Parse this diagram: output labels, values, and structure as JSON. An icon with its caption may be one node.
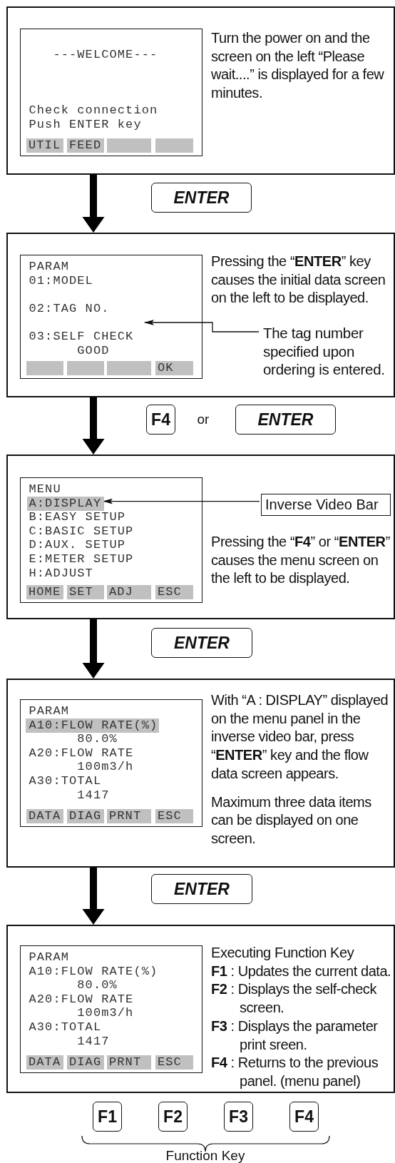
{
  "diagram": {
    "nodes": [
      {
        "text": [
          "Turn the power on and the screen on the left “Please wait....” is displayed for a few minutes."
        ]
      },
      {
        "text": [
          "---WELCOME---",
          "Check connection",
          "Push ENTER key"
        ],
        "in": 0
      },
      {
        "text": [
          "UTIL"
        ],
        "in": 1
      },
      {
        "text": [
          "FEED"
        ],
        "in": 1
      },
      {
        "text": [],
        "shape": "box",
        "in": 1
      },
      {
        "text": [],
        "shape": "box",
        "in": 1
      },
      {
        "text": [
          "ENTER"
        ]
      },
      {
        "text": [
          "Pressing the “**ENTER**” key causes the initial data screen on the left to be displayed."
        ]
      },
      {
        "text": [
          "PARAM",
          "01:MODEL",
          "02:TAG NO.",
          "03:SELF CHECK",
          "GOOD"
        ],
        "in": 7
      },
      {
        "text": [],
        "shape": "box",
        "in": 8
      },
      {
        "text": [],
        "shape": "box",
        "in": 8
      },
      {
        "text": [],
        "shape": "box",
        "in": 8
      },
      {
        "text": [
          "OK"
        ],
        "in": 8
      },
      {
        "text": [
          "The tag number specified upon ordering is entered."
        ],
        "in": 7
      },
      {
        "text": [
          "F4"
        ]
      },
      {
        "text": [
          "ENTER"
        ]
      },
      {
        "text": [
          "Pressing the “**F4**” or “**ENTER**” causes the menu screen on the left to be displayed."
        ]
      },
      {
        "text": [
          "MENU",
          "B:EASY SETUP",
          "C:BASIC SETUP",
          "D:AUX. SETUP",
          "E:METER SETUP",
          "H:ADJUST"
        ],
        "in": 16
      },
      {
        "text": [
          "A:DISPLAY"
        ],
        "in": 17
      },
      {
        "text": [
          "HOME"
        ],
        "in": 17
      },
      {
        "text": [
          "SET"
        ],
        "in": 17
      },
      {
        "text": [
          "ADJ"
        ],
        "in": 17
      },
      {
        "text": [
          "ESC"
        ],
        "in": 17
      },
      {
        "text": [
          "Inverse Video Bar"
        ],
        "in": 16
      },
      {
        "text": [
          "ENTER"
        ]
      },
      {
        "text": [
          "With “A : DISPLAY” displayed on the menu panel in the inverse video bar, press “**ENTER**” key and the flow data screen appears.",
          "Maximum three data items can be displayed on one screen."
        ]
      },
      {
        "text": [
          "PARAM",
          "80.0%",
          "A20:FLOW RATE",
          "100m3/h",
          "A30:TOTAL",
          "1417"
        ],
        "in": 25
      },
      {
        "text": [
          "A10:FLOW RATE(%)"
        ],
        "in": 26
      },
      {
        "text": [
          "DATA"
        ],
        "in": 26
      },
      {
        "text": [
          "DIAG"
        ],
        "in": 26
      },
      {
        "text": [
          "PRNT"
        ],
        "in": 26
      },
      {
        "text": [
          "ESC"
        ],
        "in": 26
      },
      {
        "text": [
          "ENTER"
        ]
      },
      {
        "text": [
          "Executing Function Key",
          "**F1** : Updates the current data.",
          "**F2** : Displays the self-check screen.",
          "**F3** : Displays the parameter print sreen.",
          "**F4** : Returns to the previous panel. (menu panel)"
        ]
      },
      {
        "text": [
          "PARAM",
          "A10:FLOW RATE(%)",
          "80.0%",
          "A20:FLOW RATE",
          "100m3/h",
          "A30:TOTAL",
          "1417"
        ],
        "in": 33
      },
      {
        "text": [
          "DATA"
        ],
        "in": 34
      },
      {
        "text": [
          "DIAG"
        ],
        "in": 34
      },
      {
        "text": [
          "PRNT"
        ],
        "in": 34
      },
      {
        "text": [
          "ESC"
        ],
        "in": 34
      },
      {
        "text": [
          "F1"
        ]
      },
      {
        "text": [
          "F2"
        ]
      },
      {
        "text": [
          "F3"
        ]
      },
      {
        "text": [
          "F4"
        ]
      }
    ],
    "edges": [
      {
        "from": 0,
        "to": 7,
        "arrow": "to",
        "style": "thick"
      },
      {
        "from": 7,
        "to": 16,
        "arrow": "to",
        "style": "thick"
      },
      {
        "from": 16,
        "to": 25,
        "arrow": "to",
        "style": "thick"
      },
      {
        "from": 25,
        "to": 33,
        "arrow": "to",
        "style": "thick"
      },
      {
        "from": 13,
        "to": null,
        "arrow": "to"
      },
      {
        "from": 23,
        "to": 18,
        "arrow": "to"
      }
    ],
    "labels": [
      "or",
      "Function Key"
    ]
  }
}
